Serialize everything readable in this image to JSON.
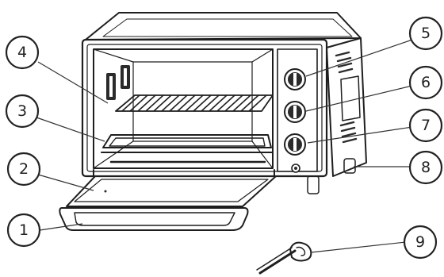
{
  "callouts": [
    {
      "number": "1",
      "part": "door-handle"
    },
    {
      "number": "2",
      "part": "glass-door"
    },
    {
      "number": "3",
      "part": "baking-tray"
    },
    {
      "number": "4",
      "part": "heating-element"
    },
    {
      "number": "5",
      "part": "temperature-knob"
    },
    {
      "number": "6",
      "part": "function-knob"
    },
    {
      "number": "7",
      "part": "timer-knob"
    },
    {
      "number": "8",
      "part": "power-indicator-light"
    },
    {
      "number": "9",
      "part": "tray-handle"
    }
  ],
  "colors": {
    "line": "#1e1e1e",
    "dark": "#2b2b2b",
    "fill": "#ffffff",
    "shade": "#cfcfcf"
  }
}
